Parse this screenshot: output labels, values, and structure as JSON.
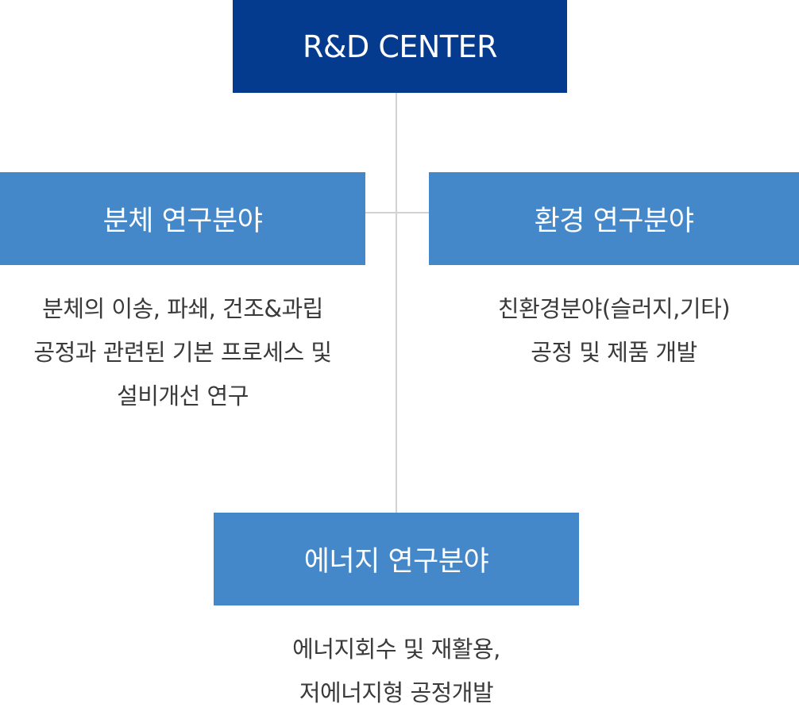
{
  "center": {
    "label": "R&D CENTER",
    "color": "#043b8e"
  },
  "areas": {
    "accent_color": "#4588c9",
    "powder": {
      "title": "분체 연구분야",
      "description": [
        "분체의 이송, 파쇄, 건조&과립",
        "공정과 관련된 기본 프로세스 및",
        "설비개선 연구"
      ]
    },
    "environment": {
      "title": "환경 연구분야",
      "description": [
        "친환경분야(슬러지,기타)",
        "공정 및 제품 개발"
      ]
    },
    "energy": {
      "title": "에너지 연구분야",
      "description": [
        "에너지회수 및 재활용,",
        "저에너지형 공정개발"
      ]
    }
  }
}
